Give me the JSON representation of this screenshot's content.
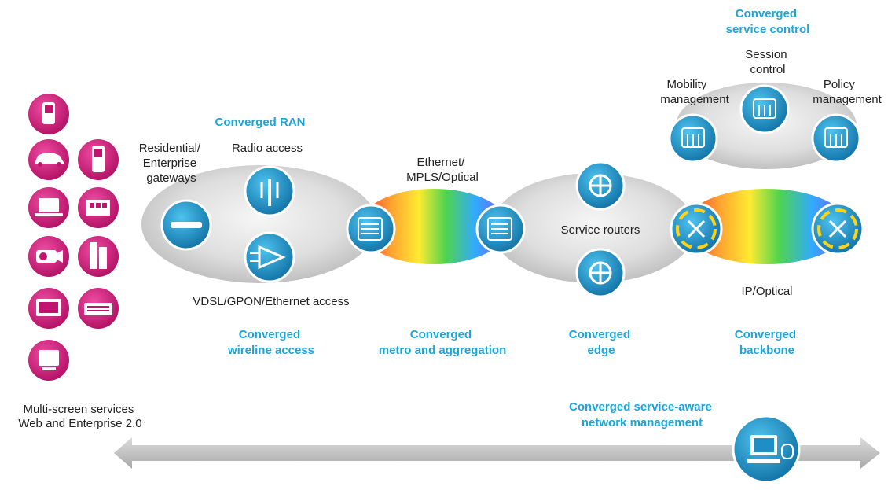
{
  "colors": {
    "accent": "#1aa6dc",
    "device": "#c2146e",
    "node_blue": "#1d8fc4",
    "arrow": "#c4c4c4",
    "text": "#222222"
  },
  "devices": {
    "icons": [
      "media-player-icon",
      "car-icon",
      "mobile-phone-icon",
      "laptop-icon",
      "building-icon",
      "camera-icon",
      "office-tower-icon",
      "monitor-icon",
      "keyboard-icon",
      "desktop-computer-icon"
    ],
    "caption": [
      "Multi-screen services",
      "Web and Enterprise 2.0"
    ]
  },
  "access": {
    "heading_ran": "Converged RAN",
    "gateways_label": [
      "Residential/",
      "Enterprise",
      "gateways"
    ],
    "radio_label": "Radio access",
    "wireline_label": "VDSL/GPON/Ethernet access",
    "heading_wireline": [
      "Converged",
      "wireline access"
    ]
  },
  "metro": {
    "label": [
      "Ethernet/",
      "MPLS/Optical"
    ],
    "heading": [
      "Converged",
      "metro and aggregation"
    ]
  },
  "edge": {
    "label": "Service routers",
    "heading": [
      "Converged",
      "edge"
    ]
  },
  "backbone": {
    "label": "IP/Optical",
    "heading": [
      "Converged",
      "backbone"
    ]
  },
  "service_control": {
    "heading": [
      "Converged",
      "service control"
    ],
    "session_label": [
      "Session",
      "control"
    ],
    "mobility_label": [
      "Mobility",
      "management"
    ],
    "policy_label": [
      "Policy",
      "management"
    ]
  },
  "management": {
    "heading": [
      "Converged service-aware",
      "network management"
    ]
  }
}
